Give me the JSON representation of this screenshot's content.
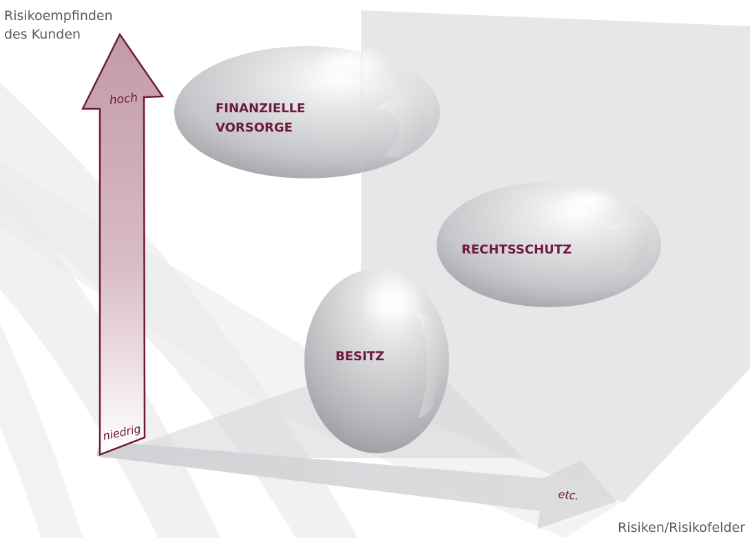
{
  "y_axis": {
    "title_line1": "Risikoempfinden",
    "title_line2": "des Kunden",
    "high_label": "hoch",
    "low_label": "niedrig"
  },
  "x_axis": {
    "title": "Risiken/Risikofelder",
    "continuation_label": "etc."
  },
  "fields": {
    "finanzielle_vorsorge_line1": "FINANZIELLE",
    "finanzielle_vorsorge_line2": "VORSORGE",
    "rechtsschutz": "RECHTSSCHUTZ",
    "besitz": "BESITZ"
  },
  "colors": {
    "accent": "#6e1a3c",
    "axis_text": "#5a5a5a",
    "plane_gray": "#e6e7e9"
  }
}
